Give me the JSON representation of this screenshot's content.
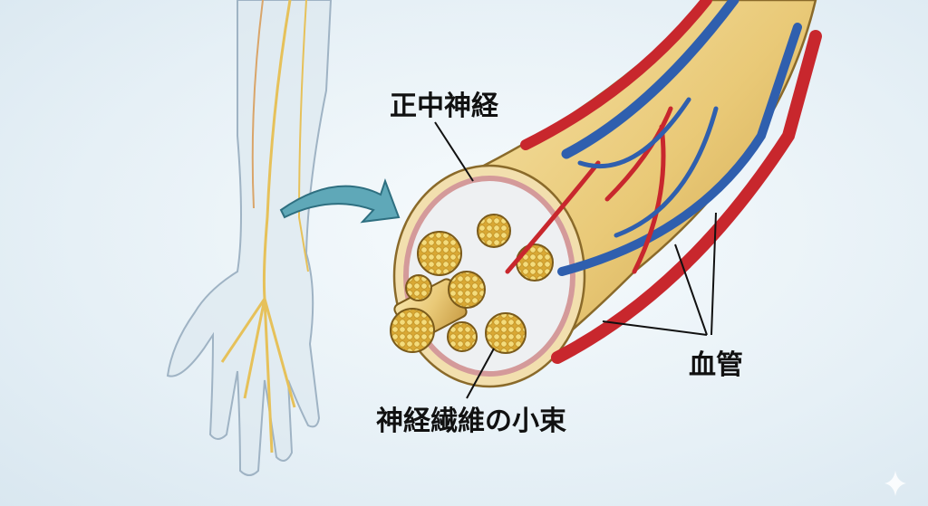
{
  "labels": {
    "median_nerve": "正中神経",
    "nerve_fascicles": "神経繊維の小束",
    "blood_vessels": "血管"
  },
  "colors": {
    "nerve": "#e8c86a",
    "artery": "#c8272d",
    "vein": "#2f5fae",
    "arrow": "#5fa8b8"
  }
}
